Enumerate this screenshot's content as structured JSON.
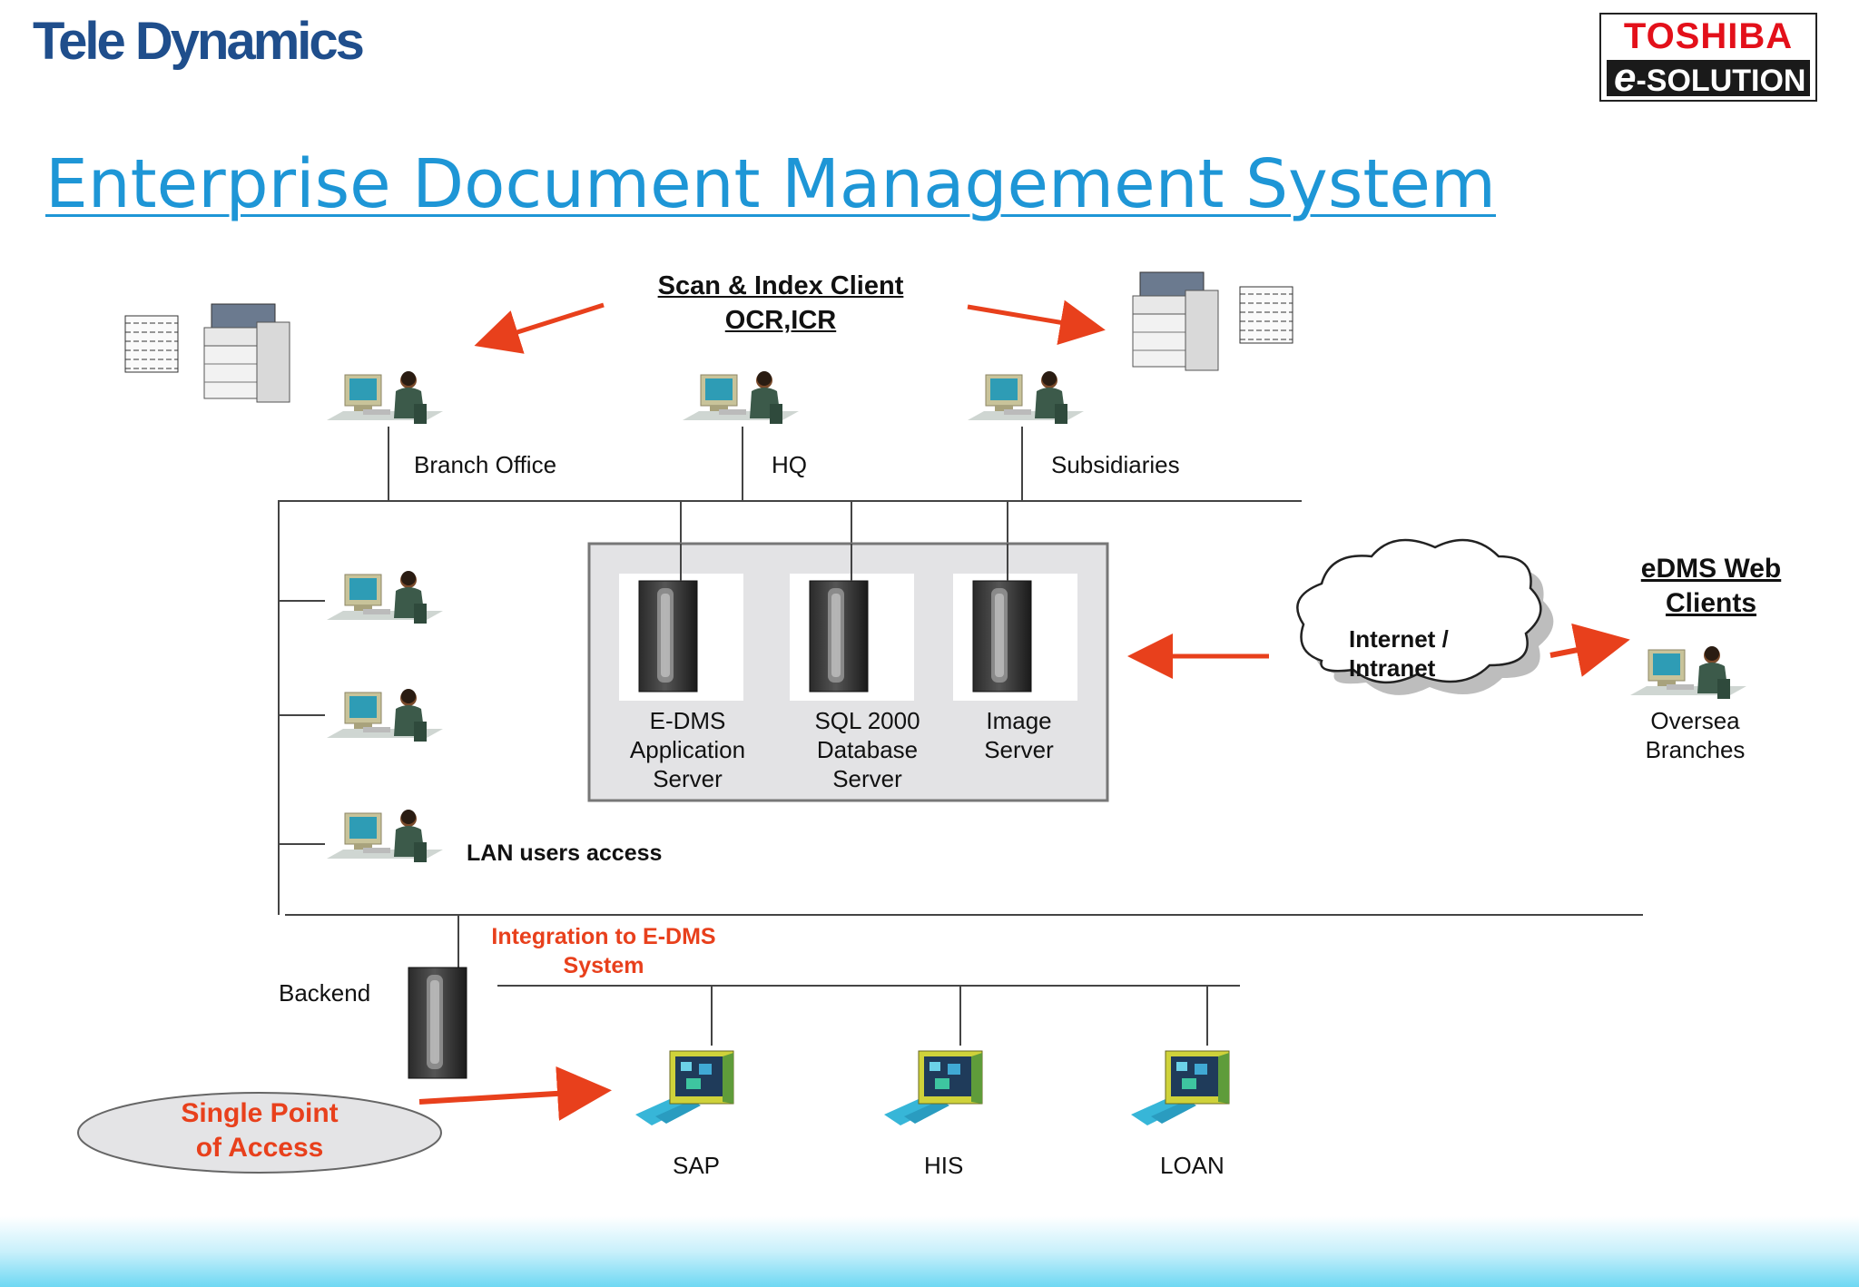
{
  "header": {
    "company_logo": "Tele Dynamics",
    "partner_logo_top": "TOSHIBA",
    "partner_logo_bottom_e": "e",
    "partner_logo_bottom": "-SOLUTION"
  },
  "title": "Enterprise Document Management System",
  "labels": {
    "scan_client_line1": "Scan & Index Client",
    "scan_client_line2": "OCR,ICR",
    "branch_office": "Branch Office",
    "hq": "HQ",
    "subsidiaries": "Subsidiaries",
    "edms_app_server": [
      "E-DMS",
      "Application",
      "Server"
    ],
    "sql_server": [
      "SQL 2000",
      "Database",
      "Server"
    ],
    "image_server": [
      "Image",
      "Server"
    ],
    "internet": [
      "Internet /",
      "Intranet"
    ],
    "web_clients": [
      "eDMS Web",
      "Clients"
    ],
    "oversea": [
      "Oversea",
      "Branches"
    ],
    "lan_users": "LAN users access",
    "integration": [
      "Integration to E-DMS",
      "System"
    ],
    "backend": "Backend",
    "single_point": [
      "Single Point",
      "of Access"
    ],
    "sap": "SAP",
    "his": "HIS",
    "loan": "LOAN"
  },
  "colors": {
    "arrow": "#e8401c",
    "title": "#1e96d6",
    "logo": "#1f4e8c"
  }
}
